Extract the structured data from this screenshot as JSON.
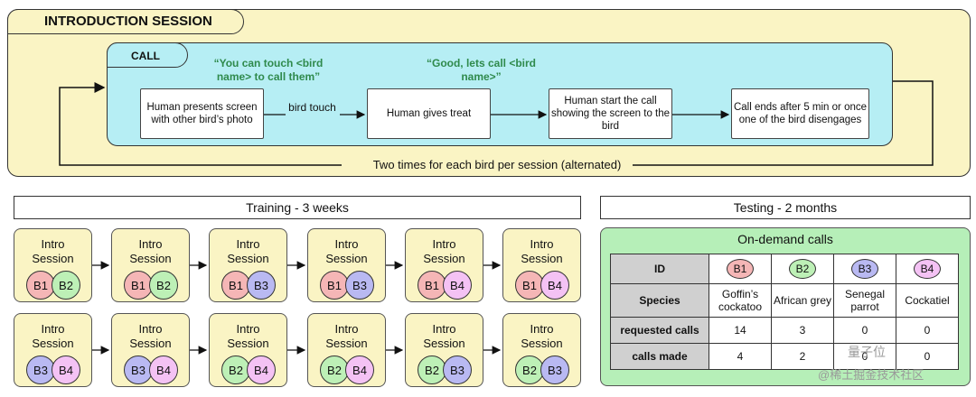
{
  "intro_session": {
    "title": "INTRODUCTION SESSION",
    "loop_label": "Two times for each bird per session (alternated)"
  },
  "call": {
    "title": "CALL",
    "quote1": "“You can touch <bird name> to call them”",
    "quote2": "“Good, lets call <bird name>”",
    "steps": [
      "Human presents screen with other bird’s photo",
      "Human gives treat",
      "Human start the call showing the screen to the bird",
      "Call ends after 5 min or once one of the bird disengages"
    ],
    "edge_label": "bird touch"
  },
  "training": {
    "title": "Training - 3 weeks",
    "session_label": "Intro Session",
    "rows": [
      [
        [
          "B1",
          "B2"
        ],
        [
          "B1",
          "B2"
        ],
        [
          "B1",
          "B3"
        ],
        [
          "B1",
          "B3"
        ],
        [
          "B1",
          "B4"
        ],
        [
          "B1",
          "B4"
        ]
      ],
      [
        [
          "B3",
          "B4"
        ],
        [
          "B3",
          "B4"
        ],
        [
          "B2",
          "B4"
        ],
        [
          "B2",
          "B4"
        ],
        [
          "B2",
          "B3"
        ],
        [
          "B2",
          "B3"
        ]
      ]
    ]
  },
  "testing": {
    "title": "Testing - 2 months",
    "subtitle": "On-demand calls",
    "table": {
      "row_headers": [
        "ID",
        "Species",
        "requested calls",
        "calls made"
      ],
      "birds": [
        "B1",
        "B2",
        "B3",
        "B4"
      ],
      "species": [
        "Goffin’s cockatoo",
        "African grey",
        "Senegal parrot",
        "Cockatiel"
      ],
      "requested_calls": [
        "14",
        "3",
        "0",
        "0"
      ],
      "calls_made": [
        "4",
        "2",
        "0",
        "0"
      ]
    }
  },
  "bird_colors": {
    "B1": "#f5b6b6",
    "B2": "#bdf0b6",
    "B3": "#b9b9f2",
    "B4": "#f4c2f4"
  },
  "watermark": {
    "line1": "量子位",
    "line2": "@稀土掘金技术社区"
  }
}
